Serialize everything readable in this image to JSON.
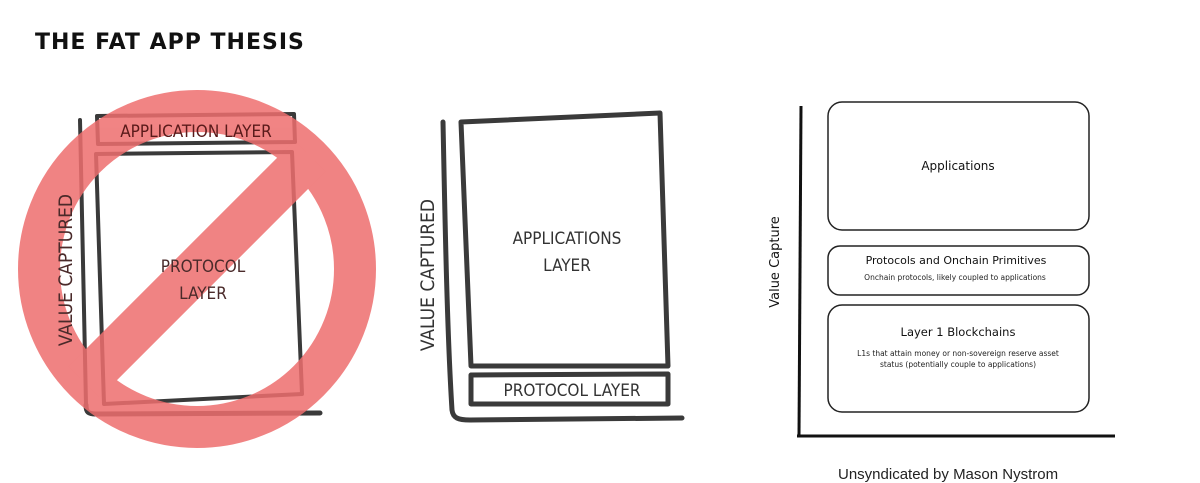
{
  "title": "THE FAT APP THESIS",
  "caption": "Unsyndicated by Mason Nystrom",
  "colors": {
    "prohibition_red": "#F08080",
    "stroke_dark": "#3a3a3a",
    "title_text": "#111111"
  },
  "diagram_left": {
    "label": "rejected-fat-protocol-model",
    "axis_label": "VALUE CAPTURED",
    "top_box": "APPLICATION LAYER",
    "main_box_line1": "PROTOCOL",
    "main_box_line2": "LAYER",
    "overlay_icon": "prohibition-sign-icon"
  },
  "diagram_middle": {
    "label": "fat-app-model",
    "axis_label": "VALUE CAPTURED",
    "main_box_line1": "APPLICATIONS",
    "main_box_line2": "LAYER",
    "bottom_box": "PROTOCOL LAYER"
  },
  "diagram_right": {
    "label": "value-capture-stack",
    "axis_label": "Value Capture",
    "boxes": [
      {
        "title": "Applications",
        "subtitle_line1": "",
        "subtitle_line2": ""
      },
      {
        "title": "Protocols and Onchain Primitives",
        "subtitle_line1": "Onchain protocols, likely coupled to applications",
        "subtitle_line2": ""
      },
      {
        "title": "Layer 1 Blockchains",
        "subtitle_line1": "L1s that attain money or non-sovereign reserve asset",
        "subtitle_line2": "status (potentially couple to applications)"
      }
    ]
  }
}
